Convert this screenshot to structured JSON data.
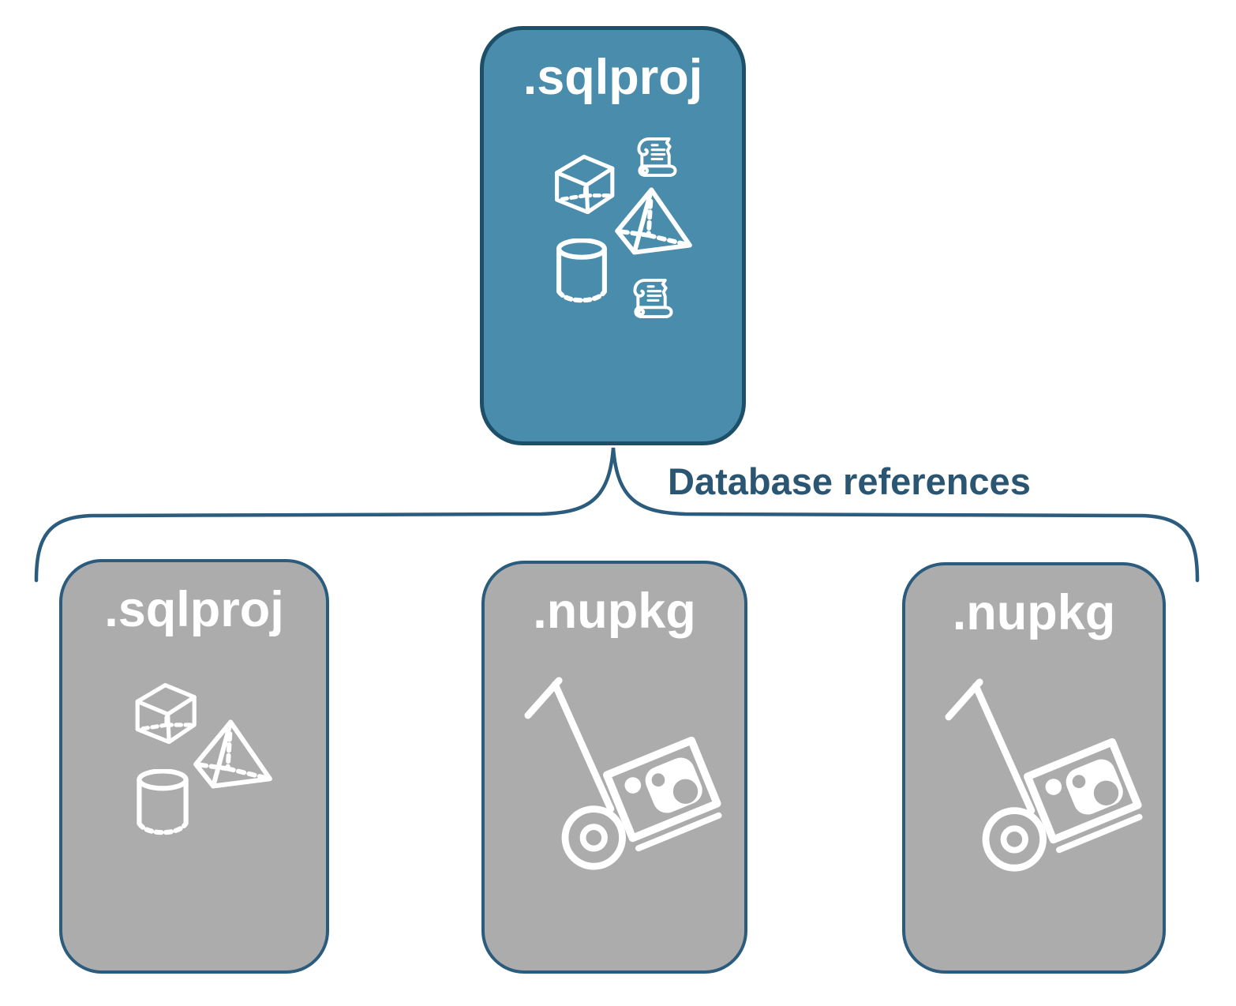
{
  "diagram": {
    "root": {
      "label": ".sqlproj",
      "icons": [
        "cube-icon",
        "scroll-icon",
        "pyramid-icon",
        "cylinder-icon",
        "scroll-icon"
      ]
    },
    "edge_label": "Database references",
    "children": [
      {
        "label": ".sqlproj",
        "icons": [
          "cube-icon",
          "pyramid-icon",
          "cylinder-icon"
        ]
      },
      {
        "label": ".nupkg",
        "icons": [
          "handtruck-package-icon"
        ]
      },
      {
        "label": ".nupkg",
        "icons": [
          "handtruck-package-icon"
        ]
      }
    ],
    "colors": {
      "root_fill": "#4A8CAB",
      "root_border": "#1E4F68",
      "child_fill": "#ACACAC",
      "child_border": "#2B5C7E",
      "connector": "#2B5C7E",
      "edge_label_text": "#2A5674",
      "icon": "#FFFFFF",
      "canvas_bg": "#FFFFFF"
    }
  }
}
